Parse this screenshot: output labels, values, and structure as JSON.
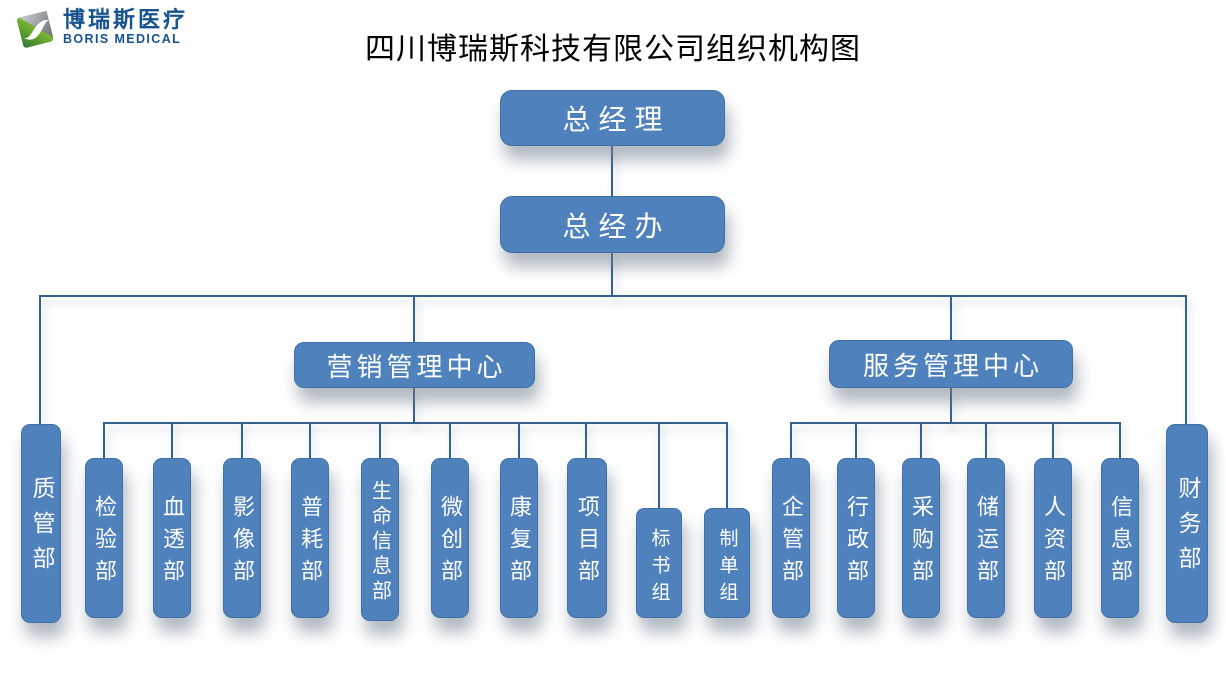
{
  "brand": {
    "name_cn": "博瑞斯医疗",
    "name_en": "BORIS MEDICAL",
    "icon": "boris-diamond-logo",
    "text_color": "#17538e"
  },
  "title": "四川博瑞斯科技有限公司组织机构图",
  "org_chart": {
    "root": "总经理",
    "office": "总经办",
    "direct_departments": [
      "质管部",
      "财务部"
    ],
    "marketing_center": {
      "label": "营销管理中心",
      "departments": [
        "检验部",
        "血透部",
        "影像部",
        "普耗部",
        "生命信息部",
        "微创部",
        "康复部",
        "项目部"
      ],
      "project_groups": [
        "标书组",
        "制单组"
      ]
    },
    "service_center": {
      "label": "服务管理中心",
      "departments": [
        "企管部",
        "行政部",
        "采购部",
        "储运部",
        "人资部",
        "信息部"
      ]
    }
  },
  "colors": {
    "node_fill": "#4f81bd",
    "node_border": "#4270a4",
    "connector": "#36618f",
    "title_text": "#000000",
    "node_text": "#ffffff"
  }
}
